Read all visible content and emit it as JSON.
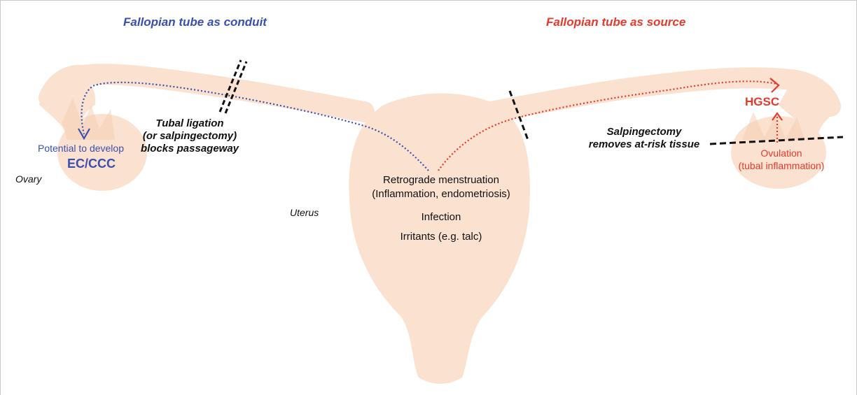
{
  "headings": {
    "conduit": "Fallopian tube as conduit",
    "source": "Fallopian tube as source"
  },
  "anatomy": {
    "ovary": "Ovary",
    "uterus": "Uterus"
  },
  "left": {
    "potential": "Potential to develop",
    "ec_ccc": "EC/CCC",
    "ligation_1": "Tubal ligation",
    "ligation_2": "(or salpingectomy)",
    "ligation_3": "blocks passageway"
  },
  "right": {
    "hgsc": "HGSC",
    "salpingectomy_1": "Salpingectomy",
    "salpingectomy_2": "removes at-risk tissue",
    "ovulation": "Ovulation",
    "tubal_inflammation": "(tubal inflammation)"
  },
  "center": {
    "retrograde": "Retrograde menstruation",
    "retrograde_sub": "(Inflammation, endometriosis)",
    "infection": "Infection",
    "irritants": "Irritants (e.g. talc)"
  },
  "colors": {
    "tissue": "#fbe1cf",
    "conduit_blue": "#3a4fb0",
    "source_red": "#e53a2c",
    "dash_black": "#111111",
    "frame": "#c8c8c8"
  }
}
